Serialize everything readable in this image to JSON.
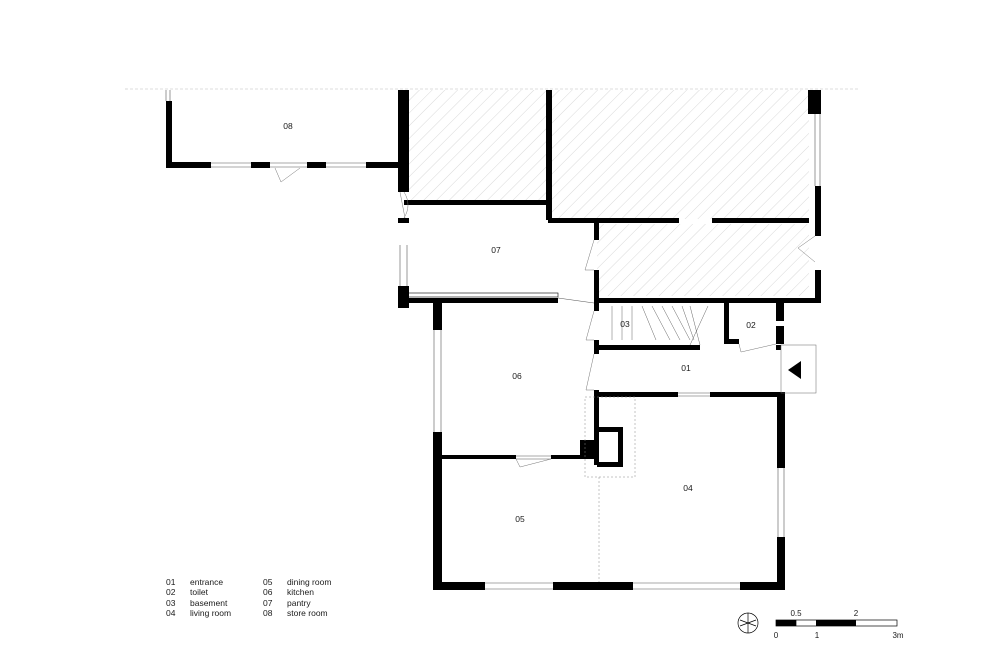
{
  "rooms": [
    {
      "id": "01",
      "name": "entrance"
    },
    {
      "id": "02",
      "name": "toilet"
    },
    {
      "id": "03",
      "name": "basement"
    },
    {
      "id": "04",
      "name": "living room"
    },
    {
      "id": "05",
      "name": "dining room"
    },
    {
      "id": "06",
      "name": "kitchen"
    },
    {
      "id": "07",
      "name": "pantry"
    },
    {
      "id": "08",
      "name": "store room"
    }
  ],
  "scale_bar": {
    "top_labels": [
      "0.5",
      "2"
    ],
    "bottom_labels": [
      "0",
      "1",
      "3m"
    ]
  },
  "colors": {
    "wall": "#000000",
    "hatch": "#d9d9d9",
    "line": "#555555"
  },
  "icons": [
    "north-arrow-icon",
    "entrance-arrow-icon"
  ]
}
